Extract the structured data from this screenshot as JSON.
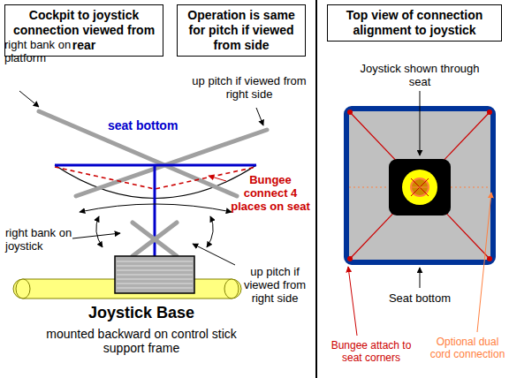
{
  "diagram": {
    "nodes": [
      {
        "text": [
          "Cockpit to joystick connection viewed from rear"
        ]
      },
      {
        "text": [
          "Operation is same for pitch if viewed from side"
        ]
      },
      {
        "text": [
          "Top view of connection alignment to joystick"
        ]
      }
    ],
    "labels": [
      "right bank on platform",
      "up pitch if viewed from right side",
      "seat bottom",
      "Bungee connect 4 places on seat",
      "right bank on joystick",
      "up pitch if viewed from right side",
      "Joystick Base",
      "mounted backward on control stick support frame",
      "Joystick shown through seat",
      "Seat bottom",
      "Bungee attach to seat corners",
      "Optional dual cord connection"
    ]
  }
}
